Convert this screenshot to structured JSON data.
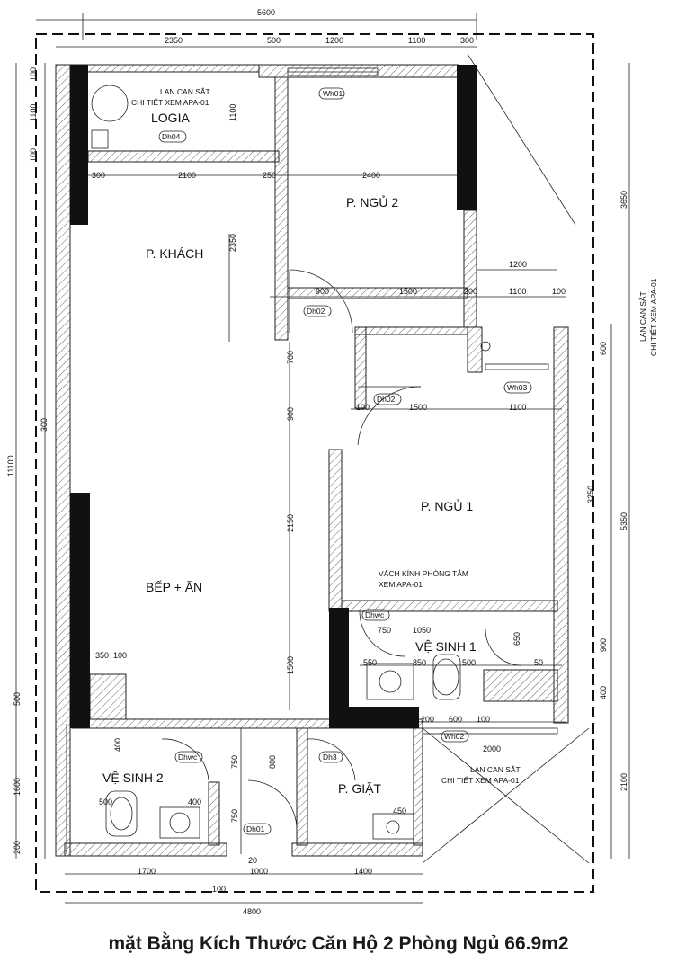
{
  "caption": "mặt Bằng Kích Thước Căn Hộ 2 Phòng Ngủ 66.9m2",
  "rooms": {
    "logia": "LOGIA",
    "ngu2": "P. NGỦ 2",
    "khach": "P. KHÁCH",
    "ngu1": "P. NGỦ 1",
    "bep": "BẾP + ĂN",
    "vs1": "VỆ SINH 1",
    "vs2": "VỆ SINH 2",
    "giat": "P. GIẶT"
  },
  "tags": {
    "wh01": "Wh01",
    "wh02": "Wh02",
    "wh03": "Wh03",
    "dh01": "Dh01",
    "dh02a": "Dh02",
    "dh02b": "Dh02",
    "dh03": "Dh3",
    "dh04": "Dh04",
    "dhwc1": "Dhwc",
    "dhwc2": "Dhwc"
  },
  "notes": {
    "lancan_top_1": "LAN CAN SẮT",
    "lancan_top_2": "CHI TIẾT XEM APA-01",
    "lancan_right_1": "LAN CAN SẮT",
    "lancan_right_2": "CHI TIẾT XEM APA-01",
    "lancan_bot_1": "LAN CAN SẮT",
    "lancan_bot_2": "CHI TIẾT XEM APA-01",
    "vachkinh_1": "VÁCH KÍNH PHÒNG TẮM",
    "vachkinh_2": "XEM APA-01"
  },
  "dimensions": {
    "top_total": "5600",
    "top_2350": "2350",
    "top_500": "500",
    "top_1200": "1200",
    "top_1100": "1100",
    "top_300": "300",
    "logia_2100": "2100",
    "logia_300": "300",
    "logia_250": "250",
    "ngu2_2400": "2400",
    "right_1200": "1200",
    "dh02_900": "900",
    "dh02_1500": "1500",
    "r_200a": "200",
    "r_1100a": "1100",
    "r_100a": "100",
    "mid_100a": "100",
    "mid_1500": "1500",
    "mid_1100": "1100",
    "left_11100": "11100",
    "left_1100a": "1100",
    "left_1100b": "1100",
    "left_100a": "100",
    "left_100b": "100",
    "left_1600": "1600",
    "left_500": "500",
    "left_200": "200",
    "left_300": "300",
    "right_3650": "3650",
    "right_5350": "5350",
    "right_2100": "2100",
    "r_600": "600",
    "r_3250": "3250",
    "r_900": "900",
    "r_400": "400",
    "inner_2350": "2350",
    "inner_700": "700",
    "inner_900": "900",
    "inner_2150": "2150",
    "inner_1500": "1500",
    "inner_750a": "750",
    "inner_750b": "750",
    "inner_800": "800",
    "vs1_750": "750",
    "vs1_1050": "1050",
    "vs1_550": "550",
    "vs1_850": "850",
    "vs1_500": "500",
    "vs1_650": "650",
    "vs1_50": "50",
    "b_200": "200",
    "b_600": "600",
    "b_100": "100",
    "b_2000": "2000",
    "bep_350": "350",
    "bep_100": "100",
    "vs2_400": "400",
    "vs2_500": "500",
    "vs2_400b": "400",
    "giat_450": "450",
    "bot_1700": "1700",
    "bot_1000": "1000",
    "bot_1400": "1400",
    "bot_100": "100",
    "bot_4800": "4800",
    "bot_20": "20"
  }
}
